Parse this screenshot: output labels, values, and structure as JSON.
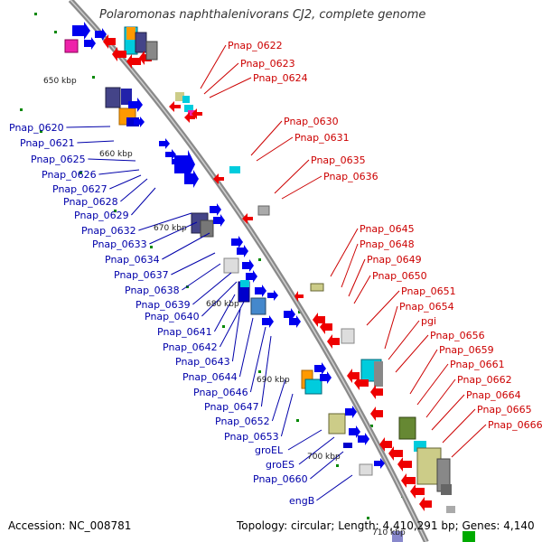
{
  "title": "Polaromonas naphthalenivorans CJ2, complete genome",
  "footer": {
    "accession": "Accession: NC_008781",
    "summary": "Topology: circular; Length: 4,410,291 bp; Genes: 4,140"
  },
  "colors": {
    "backbone": "#8a8a8a",
    "plus_strand": "#0000ee",
    "minus_strand": "#ee0000",
    "plus_label": "#0000aa",
    "minus_label": "#cc0000",
    "tick": "#008800"
  },
  "scale_labels": [
    "650 kbp",
    "660 kbp",
    "670 kbp",
    "680 kbp",
    "690 kbp",
    "700 kbp",
    "710 kbp"
  ],
  "plus_strand_genes": [
    "Pnap_0620",
    "Pnap_0621",
    "Pnap_0625",
    "Pnap_0626",
    "Pnap_0627",
    "Pnap_0628",
    "Pnap_0629",
    "Pnap_0632",
    "Pnap_0633",
    "Pnap_0634",
    "Pnap_0637",
    "Pnap_0638",
    "Pnap_0639",
    "Pnap_0640",
    "Pnap_0641",
    "Pnap_0642",
    "Pnap_0643",
    "Pnap_0644",
    "Pnap_0646",
    "Pnap_0647",
    "Pnap_0652",
    "Pnap_0653",
    "groEL",
    "groES",
    "Pnap_0660",
    "engB"
  ],
  "minus_strand_genes": [
    "Pnap_0622",
    "Pnap_0623",
    "Pnap_0624",
    "Pnap_0630",
    "Pnap_0631",
    "Pnap_0635",
    "Pnap_0636",
    "Pnap_0645",
    "Pnap_0648",
    "Pnap_0649",
    "Pnap_0650",
    "Pnap_0651",
    "Pnap_0654",
    "pgi",
    "Pnap_0656",
    "Pnap_0659",
    "Pnap_0661",
    "Pnap_0662",
    "Pnap_0664",
    "Pnap_0665",
    "Pnap_0666"
  ]
}
